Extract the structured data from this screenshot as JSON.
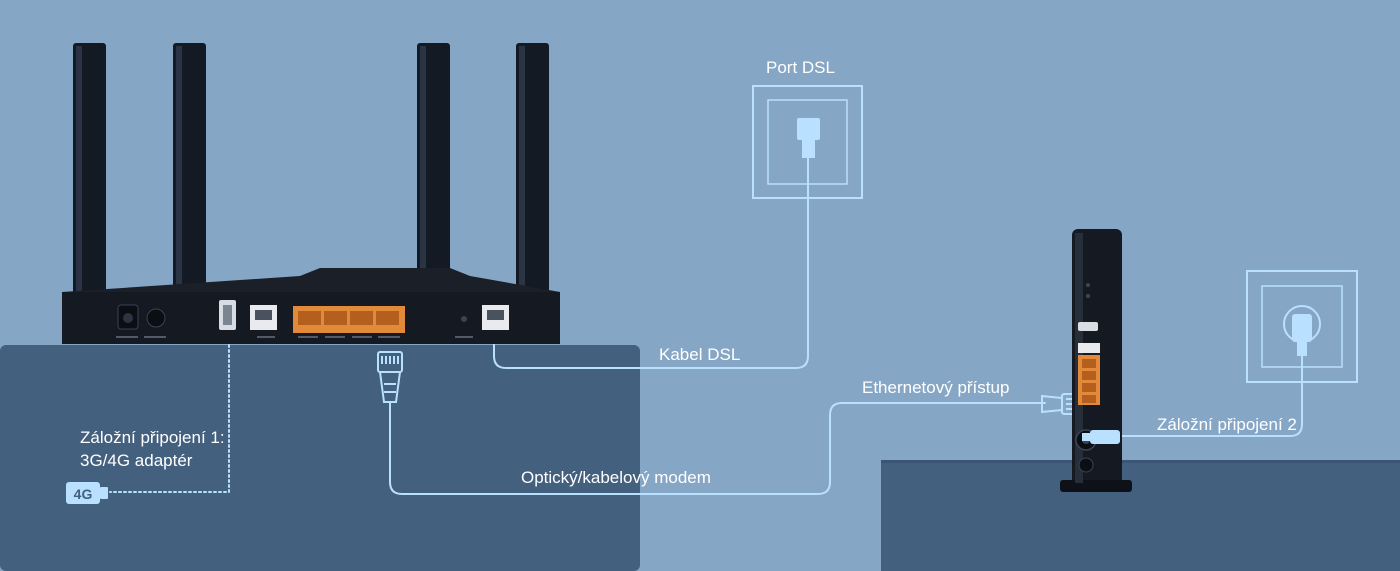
{
  "labels": {
    "port_dsl": "Port DSL",
    "kabel_dsl": "Kabel DSL",
    "ethernet_access": "Ethernetový přístup",
    "backup_2": "Záložní připojení 2",
    "fiber_cable_modem": "Optický/kabelový modem",
    "backup_1_line1": "Záložní připojení 1:",
    "backup_1_line2": "3G/4G adaptér",
    "badge_4g": "4G"
  },
  "colors": {
    "background": "#86a6c6",
    "table": "#44607f",
    "cable": "#b9e0ff",
    "router_body": "#1a1f28",
    "lan_port": "#e3893a"
  },
  "icons": {
    "wall_socket_dsl": "phone-jack-wall-socket",
    "wall_socket_power": "power-outlet-wall-socket",
    "adapter_4g": "usb-4g-dongle",
    "rj45_plug": "ethernet-plug"
  }
}
